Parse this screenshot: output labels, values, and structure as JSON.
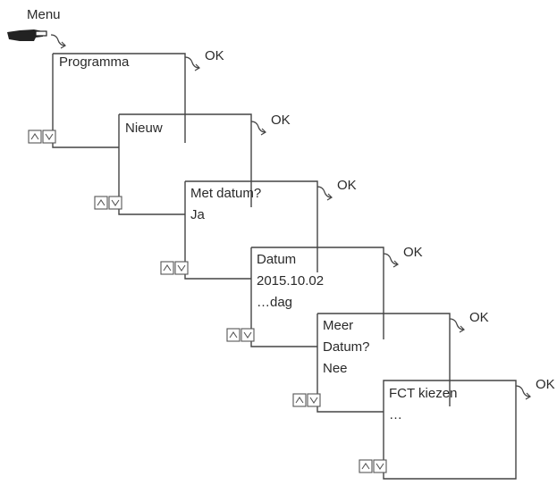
{
  "menu_label": "Menu",
  "ok_label": "OK",
  "steps": [
    {
      "lines": [
        "Programma"
      ]
    },
    {
      "lines": [
        "Nieuw"
      ]
    },
    {
      "lines": [
        "Met datum?",
        "Ja"
      ]
    },
    {
      "lines": [
        "Datum",
        "2015.10.02",
        "…dag"
      ]
    },
    {
      "lines": [
        "Meer",
        "Datum?",
        "Nee"
      ]
    },
    {
      "lines": [
        "FCT kiezen",
        "…"
      ]
    }
  ],
  "icons": {
    "hand": "pointing-hand-icon",
    "enter": "curved-enter-arrow-icon",
    "updown": "up-down-keys-icon"
  }
}
